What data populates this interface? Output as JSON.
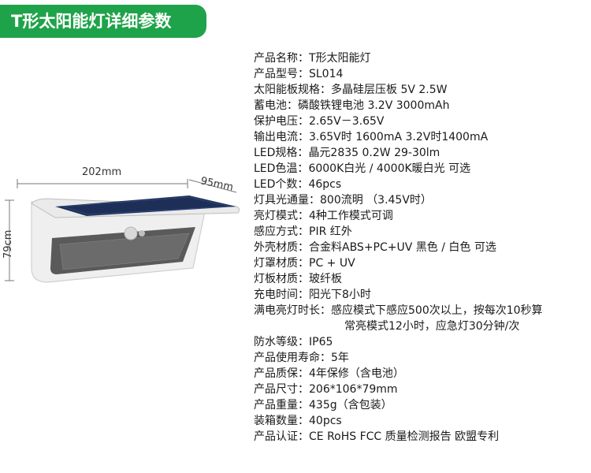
{
  "header": {
    "title": "T形太阳能灯详细参数"
  },
  "illustration": {
    "width_label": "202mm",
    "depth_label": "95mm",
    "height_label": "79cm"
  },
  "specs": [
    {
      "label": "产品名称：",
      "value": "T形太阳能灯"
    },
    {
      "label": "产品型号：",
      "value": "SL014"
    },
    {
      "label": "太阳能板规格：",
      "value": "多晶硅层压板 5V 2.5W"
    },
    {
      "label": "蓄电池：",
      "value": "磷酸铁锂电池 3.2V 3000mAh"
    },
    {
      "label": "保护电压：",
      "value": "2.65V－3.65V"
    },
    {
      "label": "输出电流：",
      "value": "3.65V时 1600mA  3.2V时1400mA"
    },
    {
      "label": "LED规格：",
      "value": "晶元2835  0.2W 29-30lm"
    },
    {
      "label": "LED色温：",
      "value": "6000K白光 / 4000K暖白光   可选"
    },
    {
      "label": "LED个数：",
      "value": "46pcs"
    },
    {
      "label": "灯具光通量：",
      "value": "800流明  （3.45V时）"
    },
    {
      "label": "亮灯模式：",
      "value": "4种工作模式可调"
    },
    {
      "label": "感应方式：",
      "value": "PIR 红外"
    },
    {
      "label": "外壳材质：",
      "value": "合金料ABS+PC+UV    黑色 / 白色 可选"
    },
    {
      "label": "灯罩材质：",
      "value": "PC + UV"
    },
    {
      "label": "灯板材质：",
      "value": "玻纤板"
    },
    {
      "label": "充电时间：",
      "value": "阳光下8小时"
    },
    {
      "label": "满电亮灯时长：",
      "value": "感应模式下感应500次以上，按每次10秒算"
    },
    {
      "label": "",
      "value": "常亮模式12小时，应急灯30分钟/次"
    },
    {
      "label": "防水等级：",
      "value": "IP65"
    },
    {
      "label": "产品使用寿命：",
      "value": "5年"
    },
    {
      "label": "产品质保：",
      "value": "4年保修（含电池）"
    },
    {
      "label": "产品尺寸：",
      "value": "206*106*79mm"
    },
    {
      "label": "产品重量：",
      "value": "435g（含包装）"
    },
    {
      "label": "装箱数量：",
      "value": "40pcs"
    },
    {
      "label": "产品认证：",
      "value": "CE RoHS  FCC  质量检测报告 欧盟专利"
    }
  ]
}
